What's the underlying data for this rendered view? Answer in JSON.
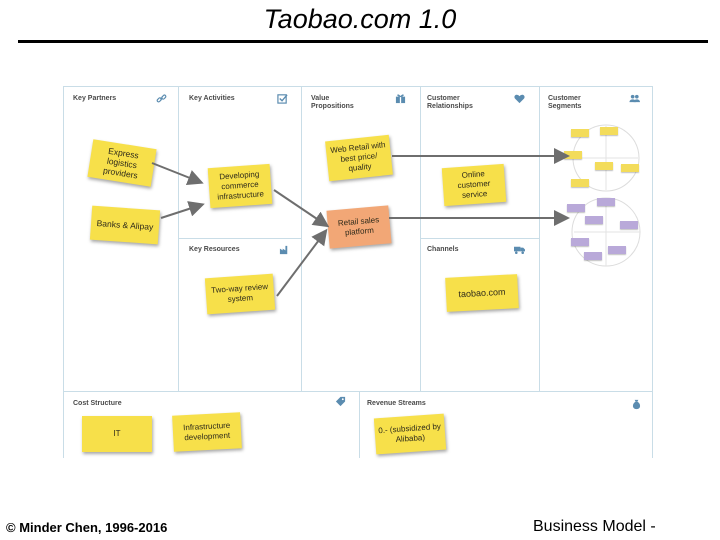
{
  "slide": {
    "title": "Taobao.com 1.0",
    "footer_left": "© Minder Chen, 1996-2016",
    "footer_right": "Business Model -"
  },
  "canvas": {
    "sections": {
      "key_partners": "Key Partners",
      "key_activities": "Key Activities",
      "value_propositions": "Value Propositions",
      "customer_relationships": "Customer Relationships",
      "customer_segments": "Customer Segments",
      "key_resources": "Key Resources",
      "channels": "Channels",
      "cost_structure": "Cost Structure",
      "revenue_streams": "Revenue Streams"
    },
    "notes": {
      "express_logistics": "Express logistics providers",
      "banks_alipay": "Banks & Alipay",
      "developing_commerce": "Developing commerce infrastructure",
      "web_retail": "Web Retail with best price/ quality",
      "retail_sales_platform": "Retail sales platform",
      "online_customer_service": "Online customer service",
      "two_way_review": "Two-way review system",
      "taobao_com": "taobao.com",
      "it": "IT",
      "infrastructure_development": "Infrastructure development",
      "revenue_zero": "0.- (subsidized by Alibaba)"
    },
    "icons": {
      "key_partners": "link-icon",
      "key_activities": "checkbox-icon",
      "value_propositions": "gift-icon",
      "customer_relationships": "heart-icon",
      "customer_segments": "people-icon",
      "key_resources": "factory-icon",
      "channels": "truck-icon",
      "cost_structure": "tag-icon",
      "revenue_streams": "money-bag-icon"
    },
    "colors": {
      "grid": "#c9dde7",
      "sticky_yellow": "#f7e04a",
      "sticky_orange": "#f2a776",
      "arrow": "#6e6e6e"
    }
  }
}
